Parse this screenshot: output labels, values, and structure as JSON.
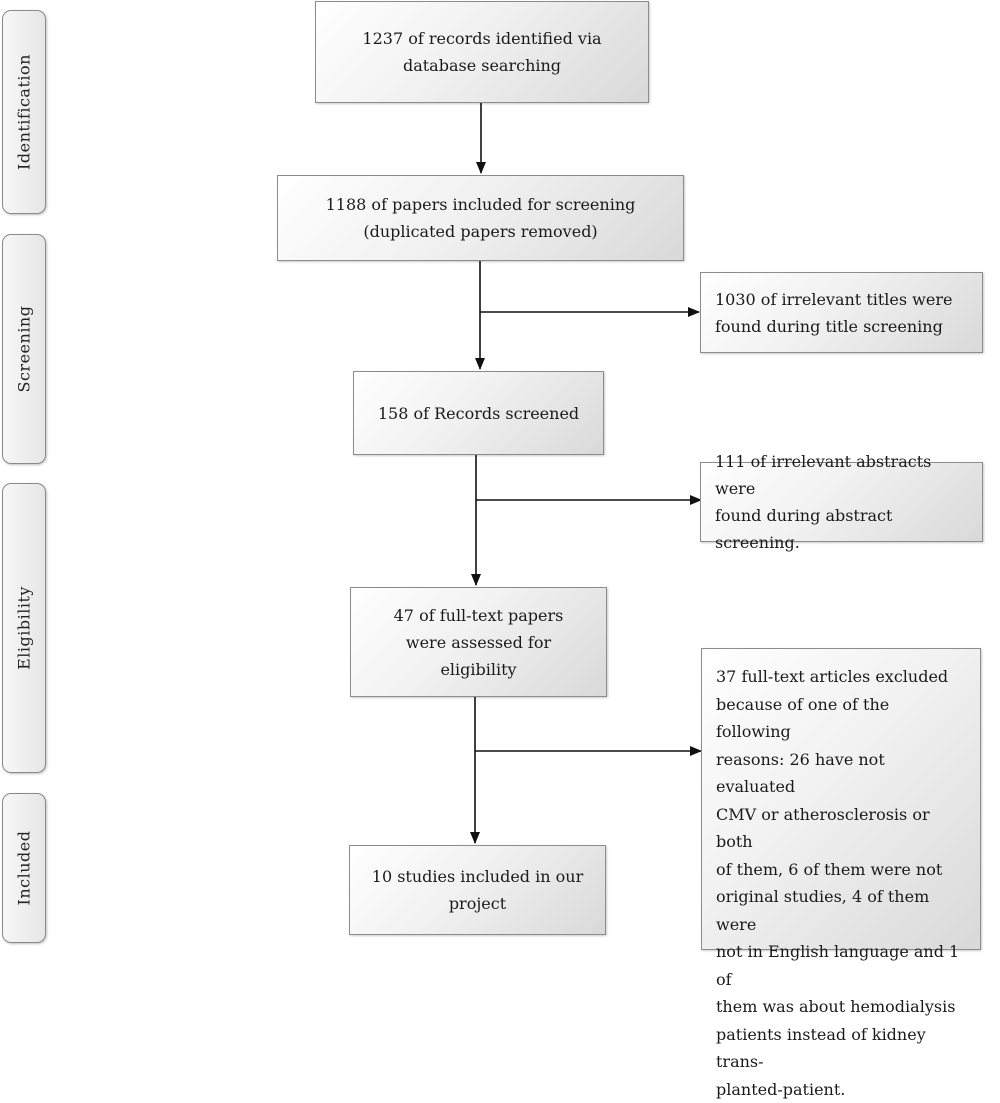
{
  "stages": {
    "identification": "Identification",
    "screening": "Screening",
    "eligibility": "Eligibility",
    "included": "Included"
  },
  "boxes": {
    "identified": [
      "1237 of records identified via",
      "database searching"
    ],
    "screening_included": [
      "1188 of papers included for screening",
      "(duplicated papers removed)"
    ],
    "irrelevant_titles": [
      "1030 of irrelevant titles were",
      "found during title screening"
    ],
    "records_screened": [
      "158 of Records screened"
    ],
    "irrelevant_abstracts": [
      "111 of  irrelevant abstracts were",
      "found during abstract screening."
    ],
    "fulltext_assessed": [
      "47 of full-text papers",
      "were assessed for",
      "eligibility"
    ],
    "excluded": [
      "37 full-text articles excluded",
      "because of one of the following",
      "reasons: 26 have not evaluated",
      "CMV or atherosclerosis or both",
      "of them, 6 of them were not",
      "original studies, 4 of them were",
      "not in English language and 1 of",
      "them was about hemodialysis",
      "patients instead of kidney trans-",
      "planted-patient."
    ],
    "included_studies": [
      "10 studies included in our",
      "project"
    ]
  }
}
